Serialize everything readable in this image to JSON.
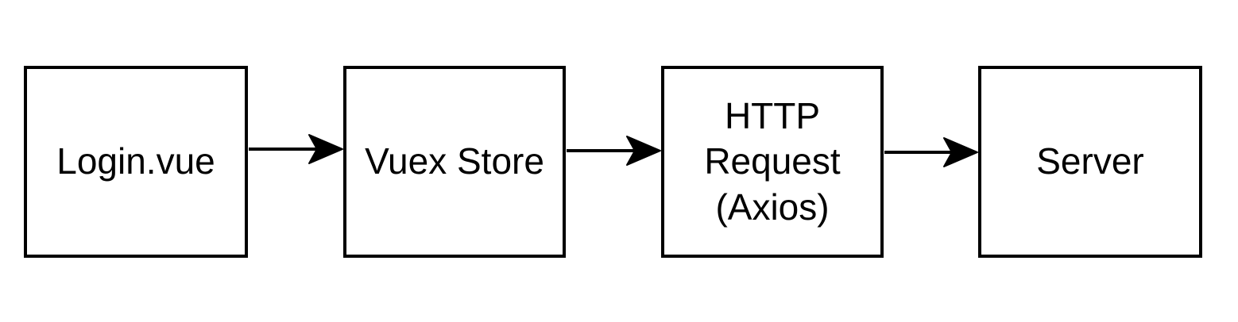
{
  "diagram": {
    "type": "flowchart",
    "nodes": [
      {
        "id": "login-vue",
        "label": "Login.vue"
      },
      {
        "id": "vuex-store",
        "label": "Vuex Store"
      },
      {
        "id": "http-request",
        "label": "HTTP\nRequest\n(Axios)"
      },
      {
        "id": "server",
        "label": "Server"
      }
    ],
    "edges": [
      {
        "from": "login-vue",
        "to": "vuex-store",
        "direction": "right"
      },
      {
        "from": "vuex-store",
        "to": "http-request",
        "direction": "right"
      },
      {
        "from": "http-request",
        "to": "server",
        "direction": "right"
      }
    ],
    "colors": {
      "background": "#ffffff",
      "node_fill": "#ffffff",
      "node_border": "#000000",
      "text": "#000000",
      "arrow": "#000000"
    }
  }
}
